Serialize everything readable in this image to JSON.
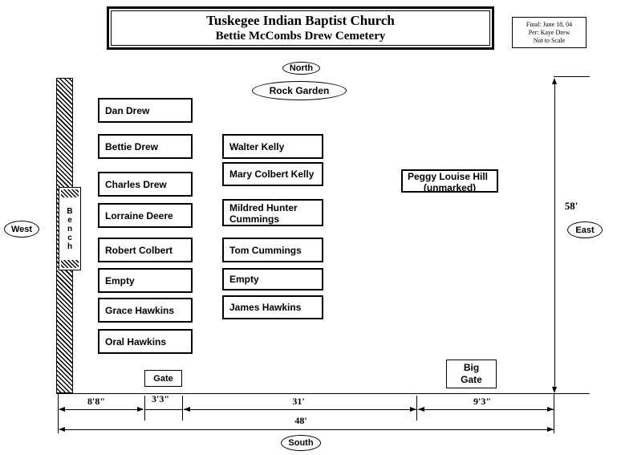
{
  "title": {
    "line1": "Tuskegee Indian Baptist Church",
    "line2": "Bettie McCombs Drew Cemetery"
  },
  "note": {
    "line1": "Final:  June 18, 04",
    "line2": "Per:  Kaye Drew",
    "line3": "Not to Scale"
  },
  "compass": {
    "north": "North",
    "south": "South",
    "east": "East",
    "west": "West"
  },
  "labels": {
    "rock_garden": "Rock Garden",
    "bench": "Bench",
    "gate": "Gate",
    "big_gate": "Big Gate"
  },
  "graves": {
    "col1": [
      "Dan Drew",
      "Bettie Drew",
      "Charles Drew",
      "Lorraine Deere",
      "Robert Colbert",
      "Empty",
      "Grace Hawkins",
      "Oral Hawkins"
    ],
    "col2": [
      "Walter Kelly",
      "Mary Colbert Kelly",
      "Mildred Hunter Cummings",
      "Tom Cummings",
      "Empty",
      "James Hawkins"
    ],
    "peggy": {
      "name": "Peggy Louise Hill",
      "note": "(unmarked)"
    }
  },
  "dimensions": {
    "height_east": "58'",
    "seg1": "8'8\"",
    "seg2": "3'3\"",
    "seg3": "31'",
    "seg4": "9'3\"",
    "total": "48'"
  }
}
